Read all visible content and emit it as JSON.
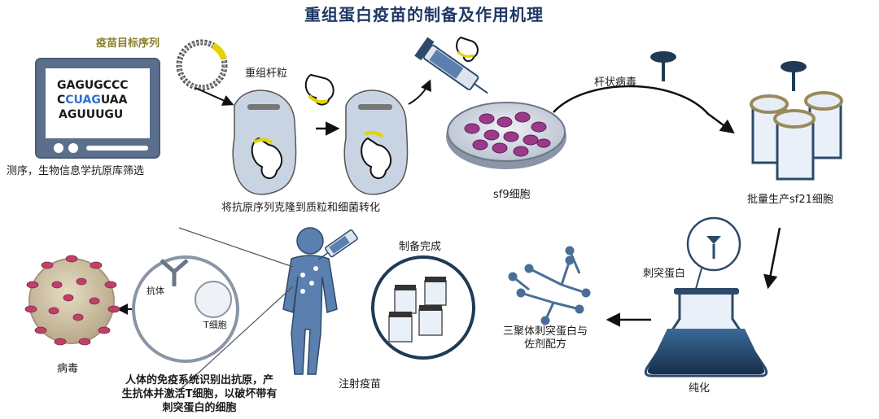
{
  "title": "重组蛋白疫苗的制备及作用机理",
  "labels": {
    "target_sequence": "疫苗目标序列",
    "recombinant_bacmid": "重组杆粒",
    "sequencing": "测序，生物信息学抗原库筛选",
    "cloning": "将抗原序列克隆到质粒和细菌转化",
    "baculovirus": "杆状病毒",
    "sf9": "sf9细胞",
    "sf21": "批量生产sf21细胞",
    "spike": "刺突蛋白",
    "purification": "纯化",
    "trimer_line1": "三聚体刺突蛋白与",
    "trimer_line2": "佐剂配方",
    "prepared": "制备完成",
    "inject": "注射疫苗",
    "antibody": "抗体",
    "tcell": "T细胞",
    "virus": "病毒",
    "immune_line1": "人体的免疫系统识别出抗原，产",
    "immune_line2": "生抗体并激活T细胞，以破坏带有",
    "immune_line3": "刺突蛋白的细胞"
  },
  "sequence": {
    "line1": "GAGUGCCC",
    "line2_pre": "C",
    "line2_hl": "CUAG",
    "line2_post": "UAA",
    "line3": "AGUUUGU"
  },
  "colors": {
    "title": "#1f3864",
    "olive": "#8a7f2a",
    "monitor": "#5b6f8c",
    "highlight_seq": "#2e6fd4",
    "cell_fill": "#c9d4e3",
    "sf9_cells": "#9c3a8a",
    "virus_spikes": "#c0406a",
    "flask_liquid": "#27496d"
  }
}
